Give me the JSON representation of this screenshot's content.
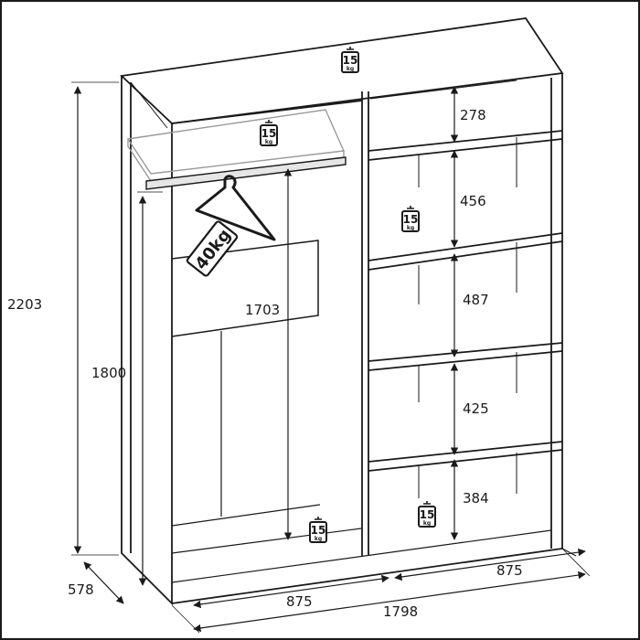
{
  "dimensions": {
    "total_height": "2203",
    "inner_height": "1800",
    "depth": "578",
    "hanging_height": "1703",
    "left_width": "875",
    "right_width": "875",
    "total_width": "1798",
    "shelf_1": "278",
    "shelf_2": "456",
    "shelf_3": "487",
    "shelf_4": "425",
    "shelf_5": "384"
  },
  "weights": {
    "shelf_load_value": "15",
    "shelf_load_unit": "kg",
    "rail_load": "40kg"
  },
  "icons": {
    "weight": "weight-icon",
    "hanger": "hanger-icon"
  },
  "colors": {
    "line": "#1a1a1a",
    "light_line": "#9a9a9a",
    "background": "#ffffff"
  }
}
